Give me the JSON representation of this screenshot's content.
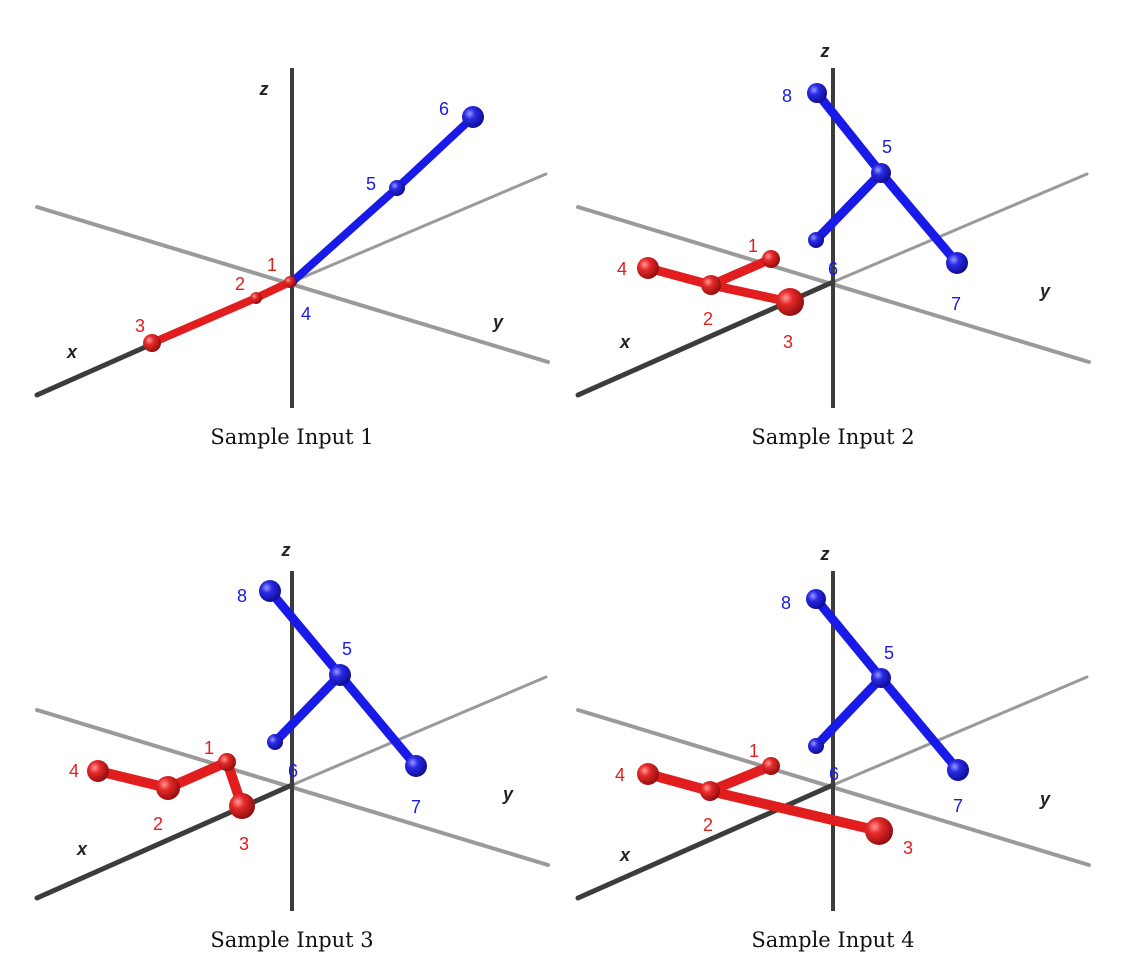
{
  "colors": {
    "red": "#e21d1d",
    "blue": "#1a1ae8",
    "axis_dark": "#3c3c3c",
    "axis_gray": "#9a9a9a",
    "caption": "#111111"
  },
  "panels": [
    {
      "caption": "Sample Input 1",
      "axis_labels": {
        "x": "x",
        "y": "y",
        "z": "z"
      },
      "red_nodes": [
        {
          "id": "1",
          "label": "1"
        },
        {
          "id": "2",
          "label": "2"
        },
        {
          "id": "3",
          "label": "3"
        }
      ],
      "blue_nodes": [
        {
          "id": "4",
          "label": "4"
        },
        {
          "id": "5",
          "label": "5"
        },
        {
          "id": "6",
          "label": "6"
        }
      ],
      "red_edges": [
        [
          "1",
          "2"
        ],
        [
          "2",
          "3"
        ]
      ],
      "blue_edges": [
        [
          "4",
          "5"
        ],
        [
          "5",
          "6"
        ]
      ]
    },
    {
      "caption": "Sample Input 2",
      "axis_labels": {
        "x": "x",
        "y": "y",
        "z": "z"
      },
      "red_nodes": [
        {
          "id": "1",
          "label": "1"
        },
        {
          "id": "2",
          "label": "2"
        },
        {
          "id": "3",
          "label": "3"
        },
        {
          "id": "4",
          "label": "4"
        }
      ],
      "blue_nodes": [
        {
          "id": "5",
          "label": "5"
        },
        {
          "id": "6",
          "label": "6"
        },
        {
          "id": "7",
          "label": "7"
        },
        {
          "id": "8",
          "label": "8"
        }
      ],
      "red_edges": [
        [
          "1",
          "2"
        ],
        [
          "2",
          "3"
        ],
        [
          "2",
          "4"
        ]
      ],
      "blue_edges": [
        [
          "8",
          "5"
        ],
        [
          "5",
          "6"
        ],
        [
          "5",
          "7"
        ]
      ]
    },
    {
      "caption": "Sample Input 3",
      "axis_labels": {
        "x": "x",
        "y": "y",
        "z": "z"
      },
      "red_nodes": [
        {
          "id": "1",
          "label": "1"
        },
        {
          "id": "2",
          "label": "2"
        },
        {
          "id": "3",
          "label": "3"
        },
        {
          "id": "4",
          "label": "4"
        }
      ],
      "blue_nodes": [
        {
          "id": "5",
          "label": "5"
        },
        {
          "id": "6",
          "label": "6"
        },
        {
          "id": "7",
          "label": "7"
        },
        {
          "id": "8",
          "label": "8"
        }
      ],
      "red_edges": [
        [
          "4",
          "2"
        ],
        [
          "2",
          "1"
        ],
        [
          "1",
          "3"
        ]
      ],
      "blue_edges": [
        [
          "8",
          "5"
        ],
        [
          "5",
          "6"
        ],
        [
          "5",
          "7"
        ]
      ]
    },
    {
      "caption": "Sample Input 4",
      "axis_labels": {
        "x": "x",
        "y": "y",
        "z": "z"
      },
      "red_nodes": [
        {
          "id": "1",
          "label": "1"
        },
        {
          "id": "2",
          "label": "2"
        },
        {
          "id": "3",
          "label": "3"
        },
        {
          "id": "4",
          "label": "4"
        }
      ],
      "blue_nodes": [
        {
          "id": "5",
          "label": "5"
        },
        {
          "id": "6",
          "label": "6"
        },
        {
          "id": "7",
          "label": "7"
        },
        {
          "id": "8",
          "label": "8"
        }
      ],
      "red_edges": [
        [
          "1",
          "2"
        ],
        [
          "2",
          "3"
        ],
        [
          "2",
          "4"
        ]
      ],
      "blue_edges": [
        [
          "8",
          "5"
        ],
        [
          "5",
          "6"
        ],
        [
          "5",
          "7"
        ]
      ]
    }
  ]
}
